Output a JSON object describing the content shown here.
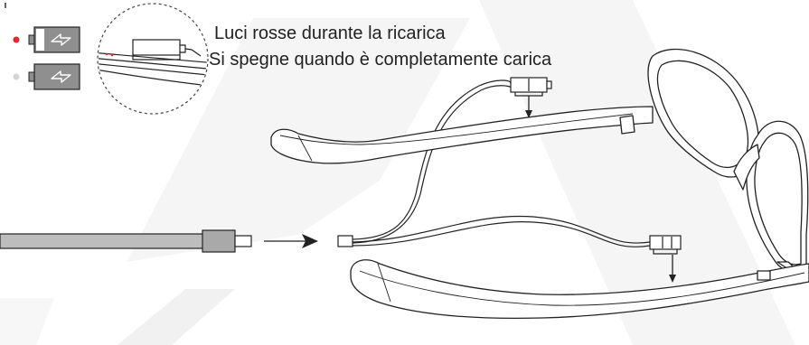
{
  "captions": {
    "charging": "Luci rosse durante la ricarica",
    "charged": "Si spegne quando è completamente carica"
  },
  "legend": {
    "items": [
      {
        "state": "charging",
        "led_color": "#e8262d",
        "icon": "battery-charging-icon"
      },
      {
        "state": "charged",
        "led_color": "#d4d4d4",
        "icon": "battery-charging-icon"
      }
    ]
  },
  "colors": {
    "line": "#222222",
    "battery_fill": "#8f8f8f",
    "cable_fill": "#bdbdbd",
    "watermark": "#f0f0f0"
  },
  "icons": [
    "arrow-right-icon",
    "arrow-down-icon",
    "glasses-illustration",
    "usb-cable-illustration",
    "magnetic-connector-icon"
  ]
}
